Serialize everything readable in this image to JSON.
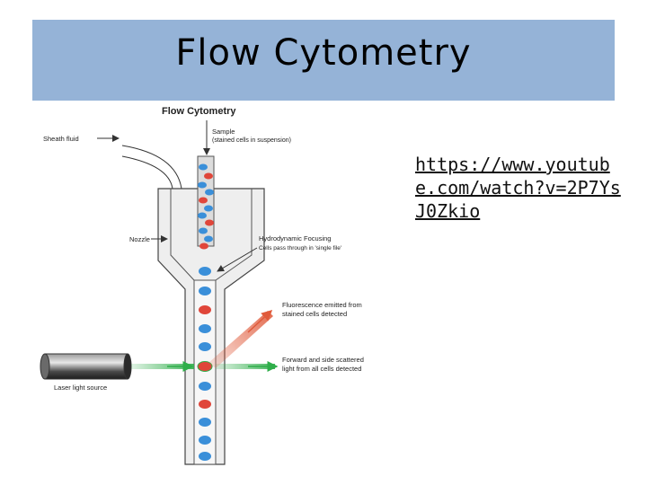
{
  "slide": {
    "title": "Flow Cytometry",
    "link": "https://www.youtube.com/watch?v=2P7Ys J0Zkio"
  },
  "diagram": {
    "title": "Flow Cytometry",
    "labels": {
      "sheath_fluid": "Sheath fluid",
      "sample": "Sample",
      "sample_sub": "(stained cells in suspension)",
      "nozzle": "Nozzle",
      "hydro": "Hydrodynamic Focusing",
      "hydro_sub": "Cells pass through in 'single file'",
      "fluor_1": "Fluorescence emitted from",
      "fluor_2": "stained cells detected",
      "scatter_1": "Forward and side scattered",
      "scatter_2": "light from all cells detected",
      "laser": "Laser light source"
    },
    "colors": {
      "cell_blue": "#3a8fd9",
      "cell_red": "#e0463a",
      "laser_green": "#2fae4a",
      "fluor_red": "#e05a3a",
      "title_bar": "#95b3d7"
    }
  }
}
